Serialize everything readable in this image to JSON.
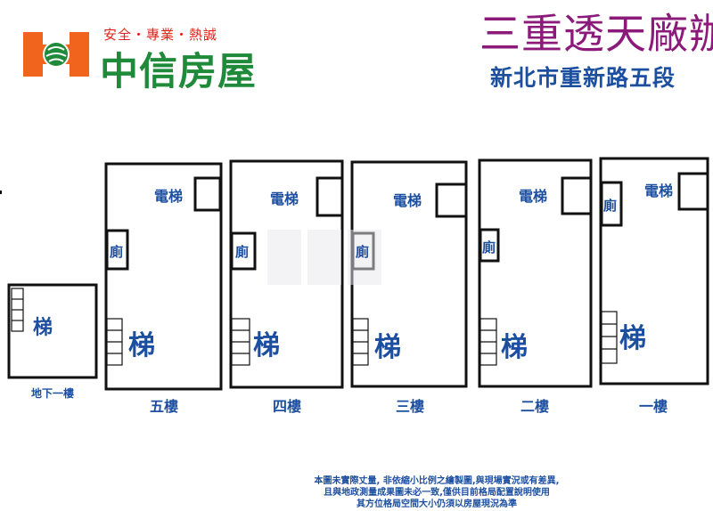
{
  "logo": {
    "slogan": "安全・專業・熱誠",
    "brand": "中信房屋",
    "colors": {
      "brand_orange": "#f0641e",
      "brand_green": "#1f8a3a",
      "slogan_red": "#e2231a"
    }
  },
  "title": "三重透天廠辦",
  "address": "新北市重新路五段",
  "labels": {
    "elevator": "電梯",
    "toilet": "廁",
    "stairs": "梯"
  },
  "floors": [
    {
      "name": "地下一樓",
      "elevator": false,
      "toilet": false
    },
    {
      "name": "五樓",
      "elevator": true,
      "toilet": true
    },
    {
      "name": "四樓",
      "elevator": true,
      "toilet": true
    },
    {
      "name": "三樓",
      "elevator": true,
      "toilet": true
    },
    {
      "name": "二樓",
      "elevator": true,
      "toilet": true
    },
    {
      "name": "一樓",
      "elevator": true,
      "toilet": true
    }
  ],
  "disclaimer": [
    "本圖未實際丈量, 非依縮小比例之繪製圖,與現場實況或有差異,",
    "且與地政測量成果圖未必一致,僅供目前格局配置說明使用",
    "其方位格局空間大小仍須以房屋現況為準"
  ],
  "colors": {
    "title": "#8b1a7a",
    "address": "#1d4fa0",
    "label_blue": "#1d4fa0",
    "outline": "#111111"
  }
}
